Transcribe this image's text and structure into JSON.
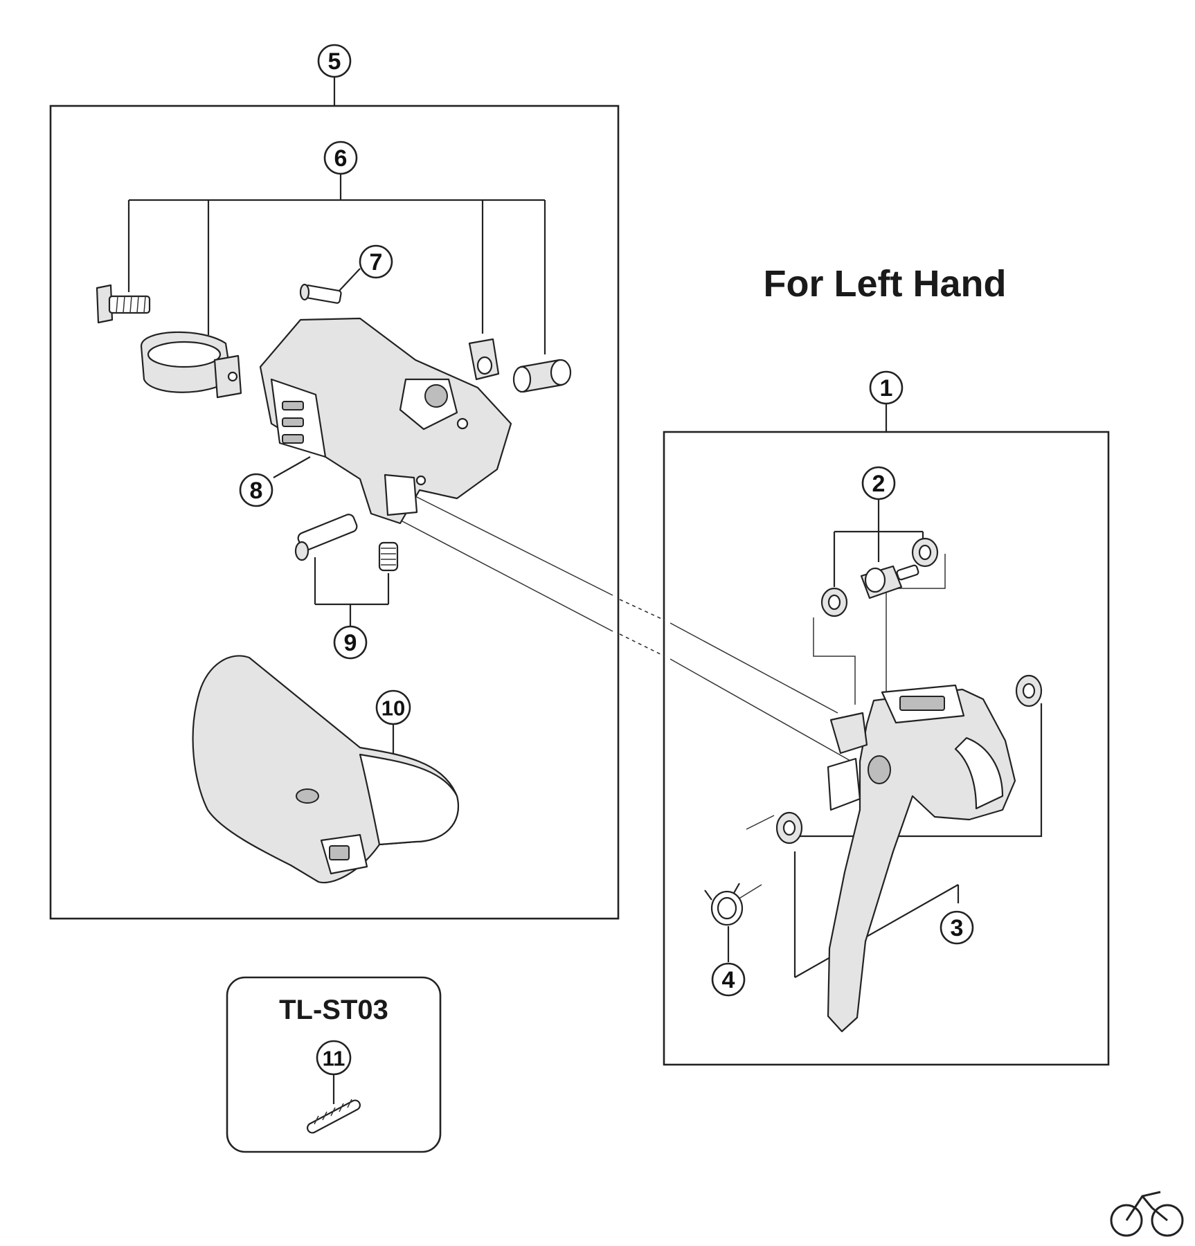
{
  "title": "For Left Hand",
  "tool_box": {
    "label": "TL-ST03"
  },
  "callouts": {
    "c1": "1",
    "c2": "2",
    "c3": "3",
    "c4": "4",
    "c5": "5",
    "c6": "6",
    "c7": "7",
    "c8": "8",
    "c9": "9",
    "c10": "10",
    "c11": "11"
  },
  "logo": {
    "icon": "bicycle-icon"
  }
}
